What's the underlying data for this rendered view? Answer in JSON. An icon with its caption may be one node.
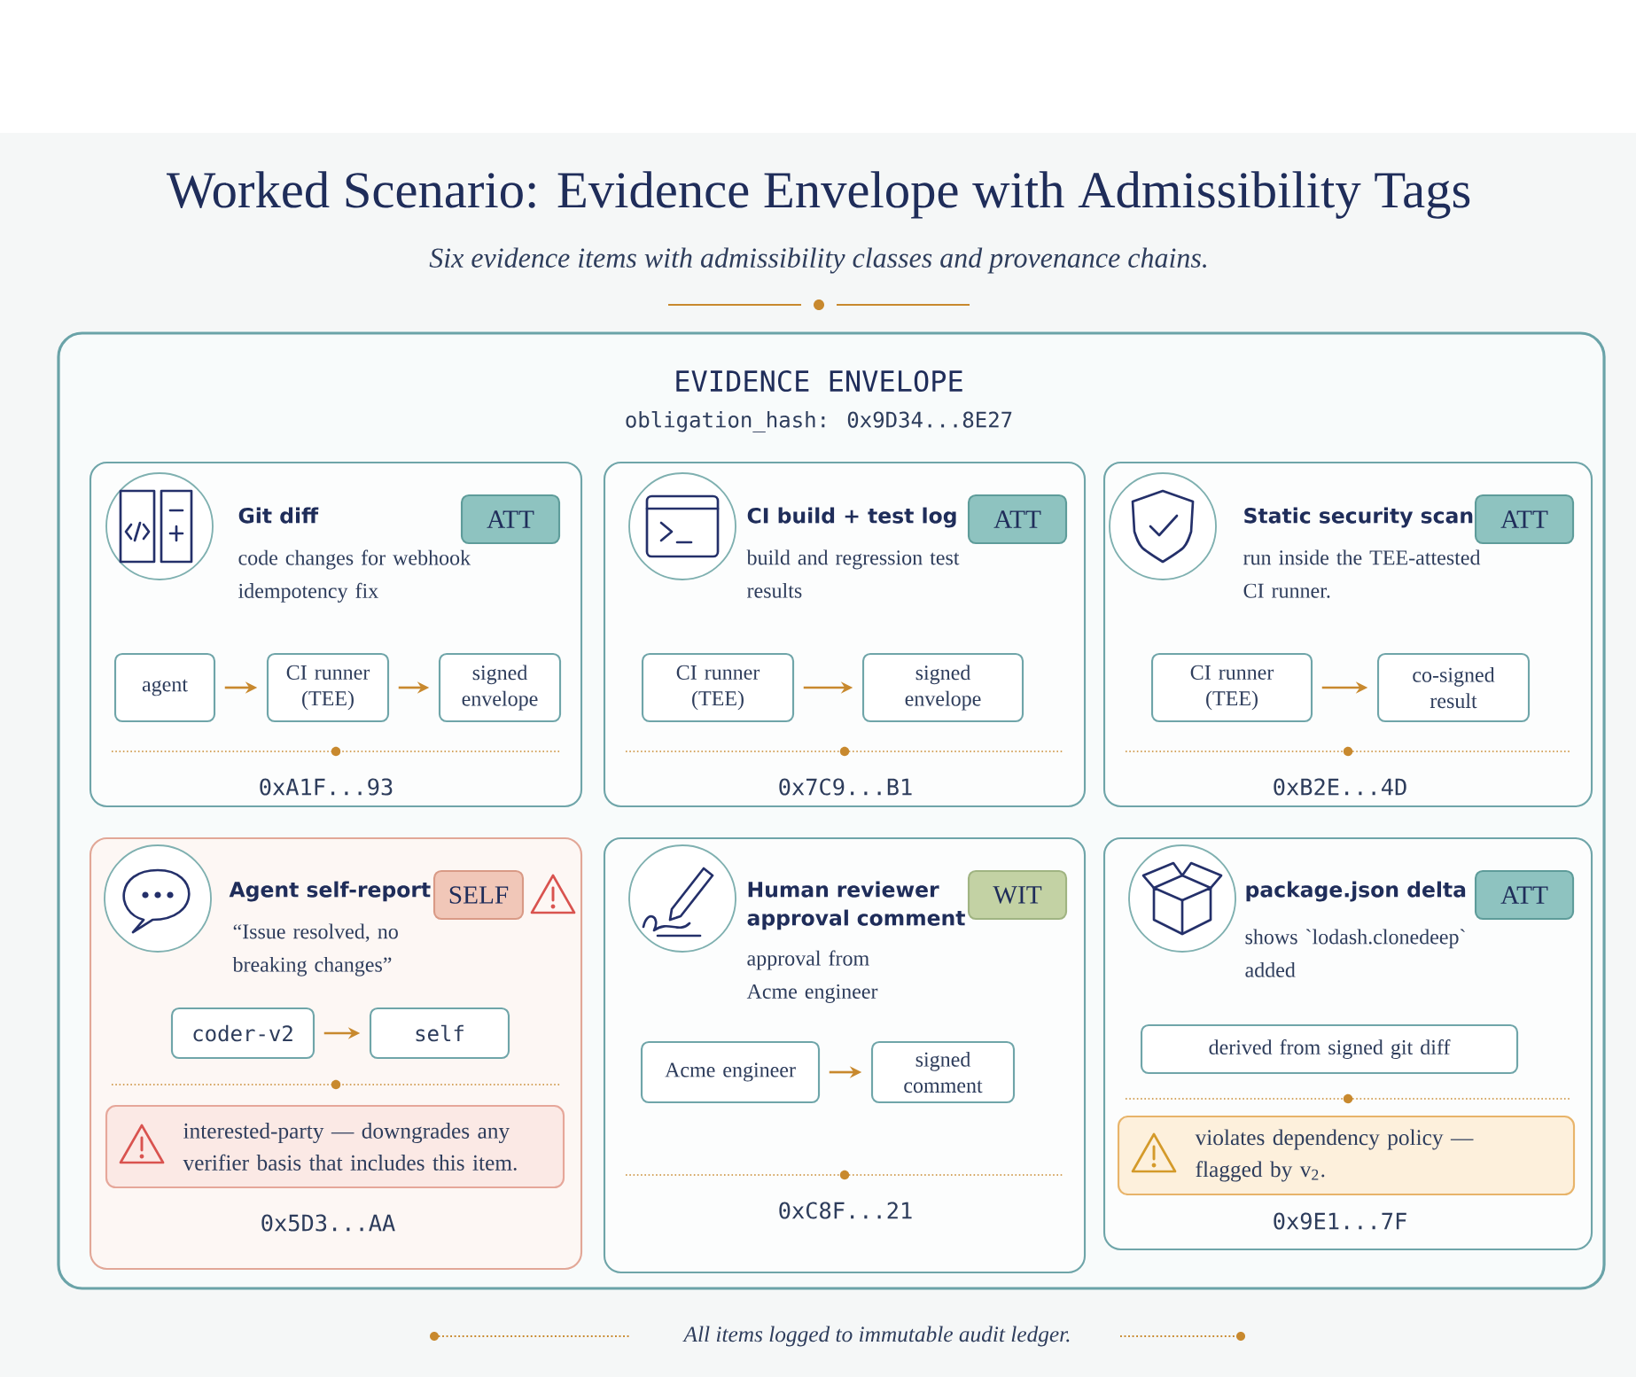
{
  "diagram": {
    "title": "Worked Scenario: Evidence Envelope with Admissibility Tags",
    "nodes": [
      {
        "text": [
          "EVIDENCE ENVELOPE",
          "obligation_hash: 0x9D34...8E27"
        ]
      },
      {
        "text": [
          "Git diff",
          "code changes for webhook idempotency fix",
          "0xA1F...93"
        ],
        "in": 0
      },
      {
        "text": [
          "ATT"
        ],
        "in": 1
      },
      {
        "text": [
          "agent"
        ],
        "in": 1
      },
      {
        "text": [
          "CI runner (TEE)"
        ],
        "in": 1
      },
      {
        "text": [
          "signed envelope"
        ],
        "in": 1
      },
      {
        "text": [
          "CI build + test log",
          "build and regression test results",
          "0x7C9...B1"
        ],
        "in": 0
      },
      {
        "text": [
          "ATT"
        ],
        "in": 6
      },
      {
        "text": [
          "CI runner (TEE)"
        ],
        "in": 6
      },
      {
        "text": [
          "signed envelope"
        ],
        "in": 6
      },
      {
        "text": [
          "Static security scan",
          "run inside the TEE-attested CI runner.",
          "0xB2E...4D"
        ],
        "in": 0
      },
      {
        "text": [
          "ATT"
        ],
        "in": 10
      },
      {
        "text": [
          "CI runner (TEE)"
        ],
        "in": 10
      },
      {
        "text": [
          "co-signed result"
        ],
        "in": 10
      },
      {
        "text": [
          "Agent self-report",
          "“Issue resolved, no breaking changes”",
          "0x5D3...AA"
        ],
        "in": 0
      },
      {
        "text": [
          "SELF"
        ],
        "in": 14
      },
      {
        "text": [
          "coder-v2"
        ],
        "in": 14
      },
      {
        "text": [
          "self"
        ],
        "in": 14
      },
      {
        "text": [
          "interested-party — downgrades any verifier basis that includes this item."
        ],
        "in": 14
      },
      {
        "text": [
          "Human reviewer approval comment",
          "approval from Acme engineer",
          "0xC8F...21"
        ],
        "in": 0
      },
      {
        "text": [
          "WIT"
        ],
        "in": 19
      },
      {
        "text": [
          "Acme engineer"
        ],
        "in": 19
      },
      {
        "text": [
          "signed comment"
        ],
        "in": 19
      },
      {
        "text": [
          "package.json delta",
          "shows `lodash.clonedeep` added",
          "0x9E1...7F"
        ],
        "in": 0
      },
      {
        "text": [
          "ATT"
        ],
        "in": 23
      },
      {
        "text": [
          "derived from signed git diff"
        ],
        "in": 23
      },
      {
        "text": [
          "violates dependency policy — flagged by v$_{2}$."
        ],
        "in": 23
      }
    ],
    "edges": [
      {
        "from": 3,
        "to": 4,
        "arrow": "to"
      },
      {
        "from": 4,
        "to": 5,
        "arrow": "to"
      },
      {
        "from": 8,
        "to": 9,
        "arrow": "to"
      },
      {
        "from": 12,
        "to": 13,
        "arrow": "to"
      },
      {
        "from": 16,
        "to": 17,
        "arrow": "to"
      },
      {
        "from": 21,
        "to": 22,
        "arrow": "to"
      }
    ],
    "labels": [
      "Six evidence items with admissibility classes and provenance chains.",
      "All items logged to immutable audit ledger."
    ]
  }
}
